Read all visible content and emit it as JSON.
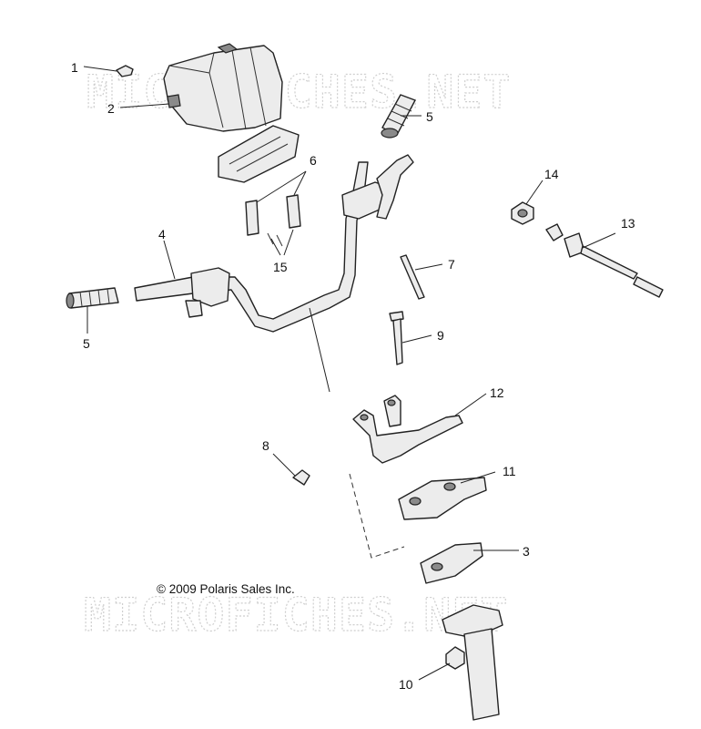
{
  "watermarks": [
    "MICROFICHES.NET",
    "MICROFICHES.NET"
  ],
  "copyright": "© 2009  Polaris Sales Inc.",
  "callouts": [
    {
      "id": "callout-1",
      "label": "1"
    },
    {
      "id": "callout-2",
      "label": "2"
    },
    {
      "id": "callout-5-right",
      "label": "5"
    },
    {
      "id": "callout-6",
      "label": "6"
    },
    {
      "id": "callout-14",
      "label": "14"
    },
    {
      "id": "callout-13",
      "label": "13"
    },
    {
      "id": "callout-4",
      "label": "4"
    },
    {
      "id": "callout-15",
      "label": "15"
    },
    {
      "id": "callout-7",
      "label": "7"
    },
    {
      "id": "callout-5-left",
      "label": "5"
    },
    {
      "id": "callout-9",
      "label": "9"
    },
    {
      "id": "callout-12",
      "label": "12"
    },
    {
      "id": "callout-8",
      "label": "8"
    },
    {
      "id": "callout-11",
      "label": "11"
    },
    {
      "id": "callout-3",
      "label": "3"
    },
    {
      "id": "callout-10",
      "label": "10"
    }
  ]
}
